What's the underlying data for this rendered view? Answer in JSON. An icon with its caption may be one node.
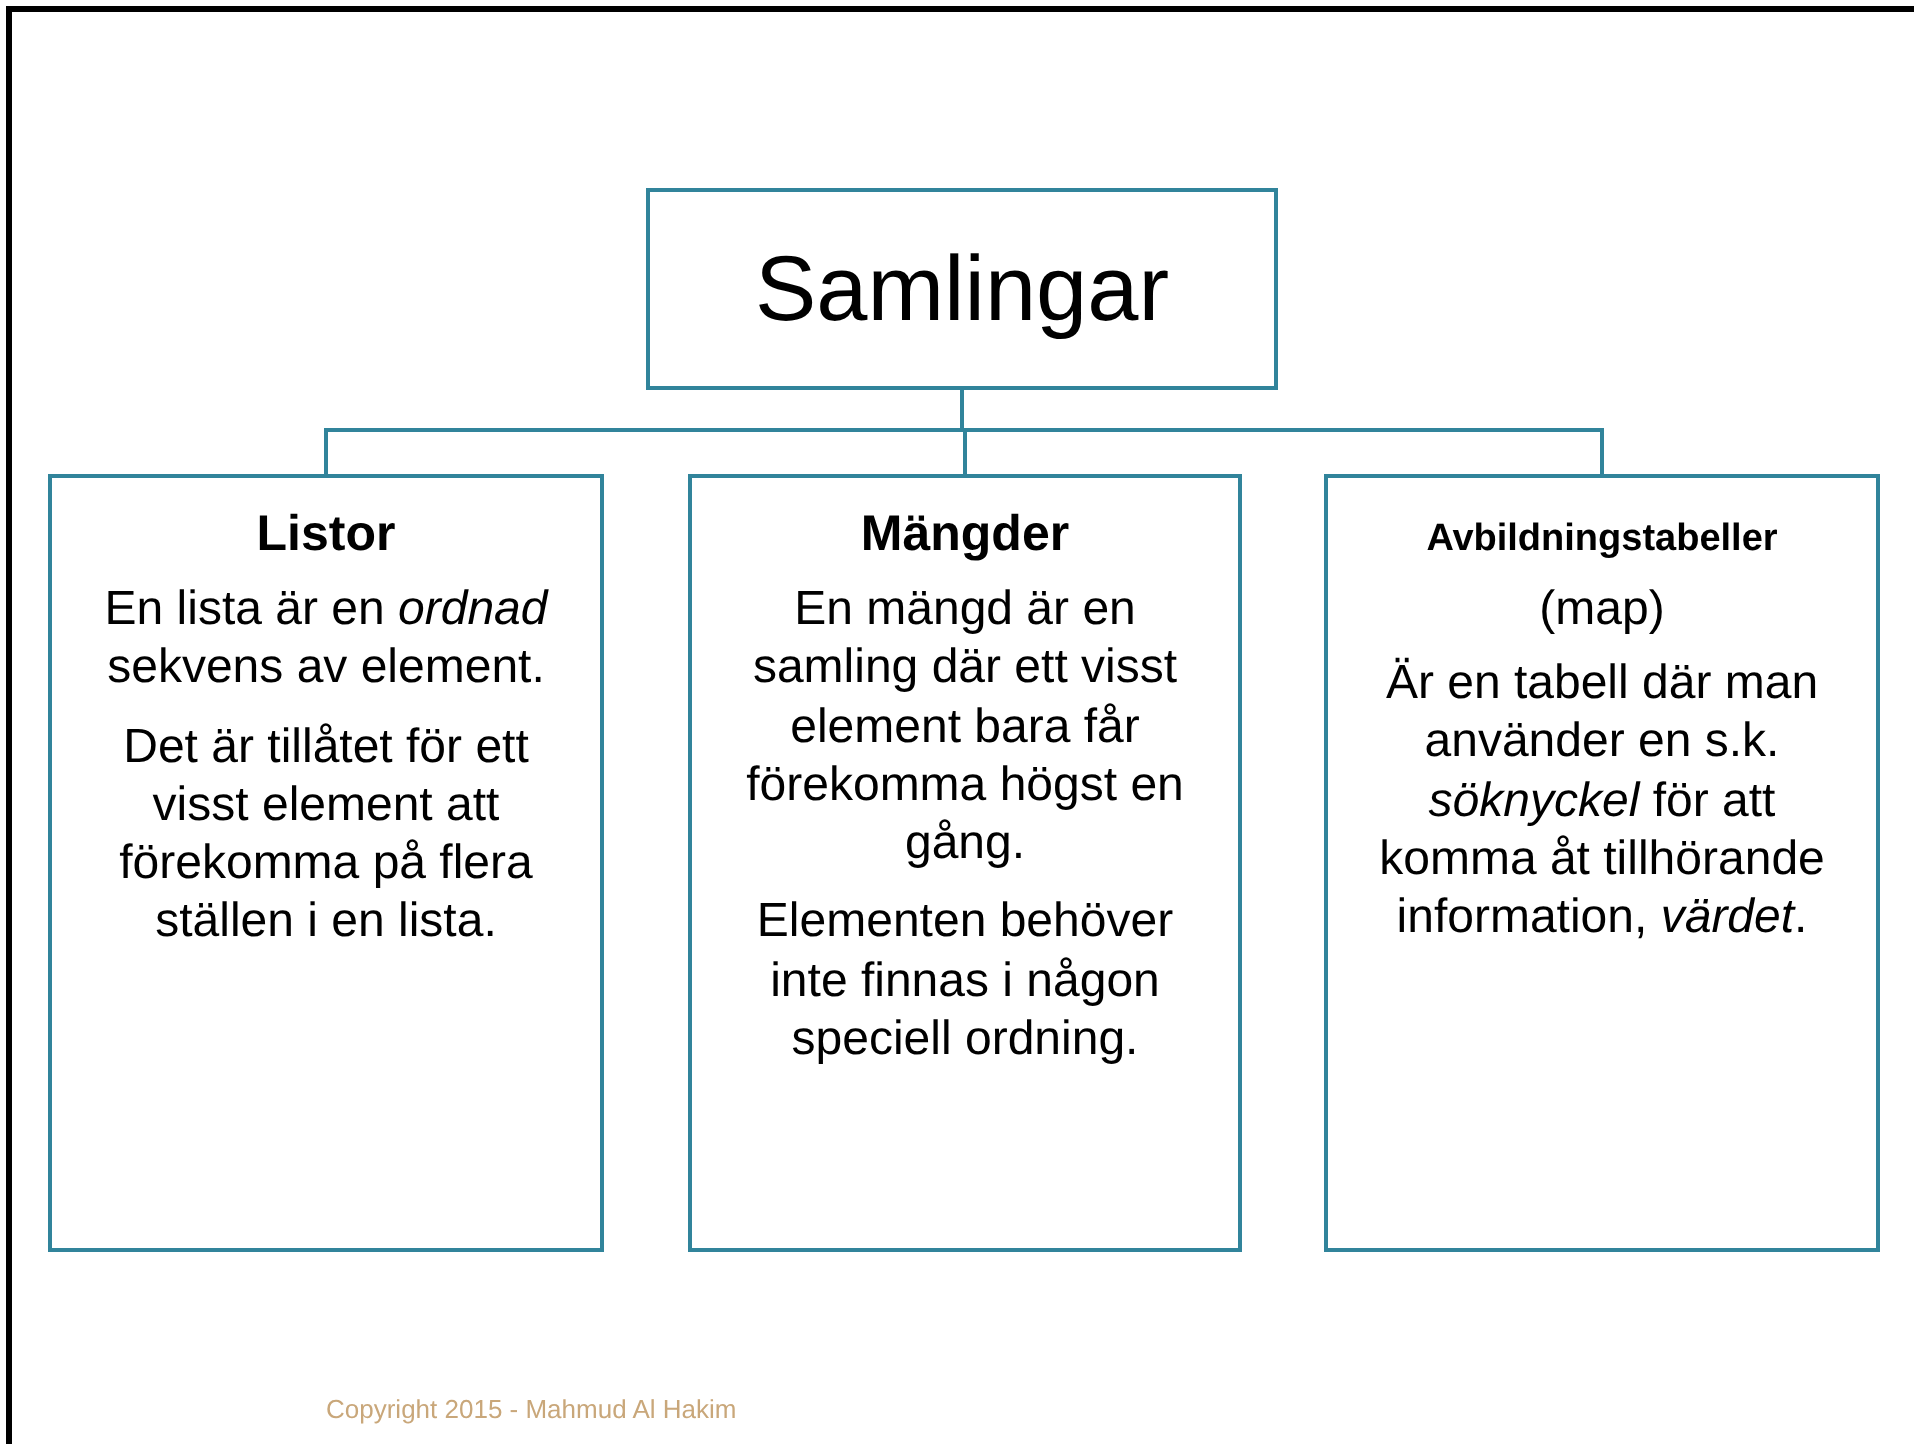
{
  "diagram": {
    "nodes": [
      {
        "text": [
          "Samlingar"
        ]
      },
      {
        "text": [
          "Listor",
          "En lista är en *ordnad* sekvens av element.",
          "Det är tillåtet för ett visst element att förekomma på flera ställen i en lista."
        ]
      },
      {
        "text": [
          "Mängder",
          "En mängd är en samling där ett visst element bara får förekomma högst en gång.",
          "Elementen behöver inte finnas i någon speciell ordning."
        ]
      },
      {
        "text": [
          "Avbildningstabeller",
          "(map)",
          "Är en tabell där man använder en s.k. *söknyckel* för att komma åt tillhörande information, *värdet*."
        ]
      }
    ],
    "edges": [
      {
        "from": 0,
        "to": 1,
        "arrow": "none"
      },
      {
        "from": 0,
        "to": 2,
        "arrow": "none"
      },
      {
        "from": 0,
        "to": 3,
        "arrow": "none"
      }
    ],
    "labels": [
      "Copyright 2015 - Mahmud Al Hakim"
    ]
  }
}
